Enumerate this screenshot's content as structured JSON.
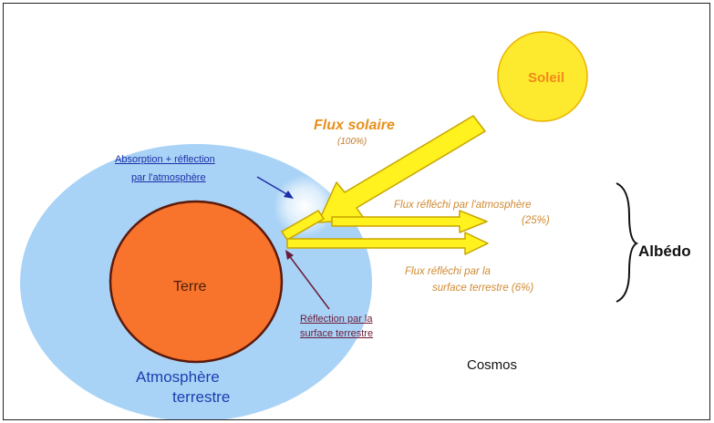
{
  "labels": {
    "sun": "Soleil",
    "solar_flux_title": "Flux solaire",
    "solar_flux_percent": "(100%)",
    "absorption_line1": "Absorption + réflection",
    "absorption_line2": "par l'atmosphère",
    "atmosphere_reflection_line1": "Flux réfléchi par l'atmosphère",
    "atmosphere_reflection_line2": "(25%)",
    "surface_reflection_line1": "Flux réfléchi par la",
    "surface_reflection_line2": "surface terrestre (6%)",
    "albedo": "Albédo",
    "earth": "Terre",
    "surface_reflection_note_line1": "Réflection par la",
    "surface_reflection_note_line2": "surface terrestre",
    "atmosphere_line1": "Atmosphère",
    "atmosphere_line2": "terrestre",
    "cosmos": "Cosmos"
  },
  "colors": {
    "sun_fill": "#fde92d",
    "sun_stroke": "#e9b400",
    "atmosphere": "#a9d3f6",
    "earth_fill": "#f8732b",
    "earth_stroke": "#5a1a0c",
    "flux_arrow": "#fff21f",
    "flux_arrow_stroke": "#c8a400",
    "pointer_blue": "#1d2fa8",
    "pointer_maroon": "#6b1b3a"
  },
  "values": {
    "solar_flux_percent": 100,
    "atmosphere_reflection_percent": 25,
    "surface_reflection_percent": 6
  }
}
